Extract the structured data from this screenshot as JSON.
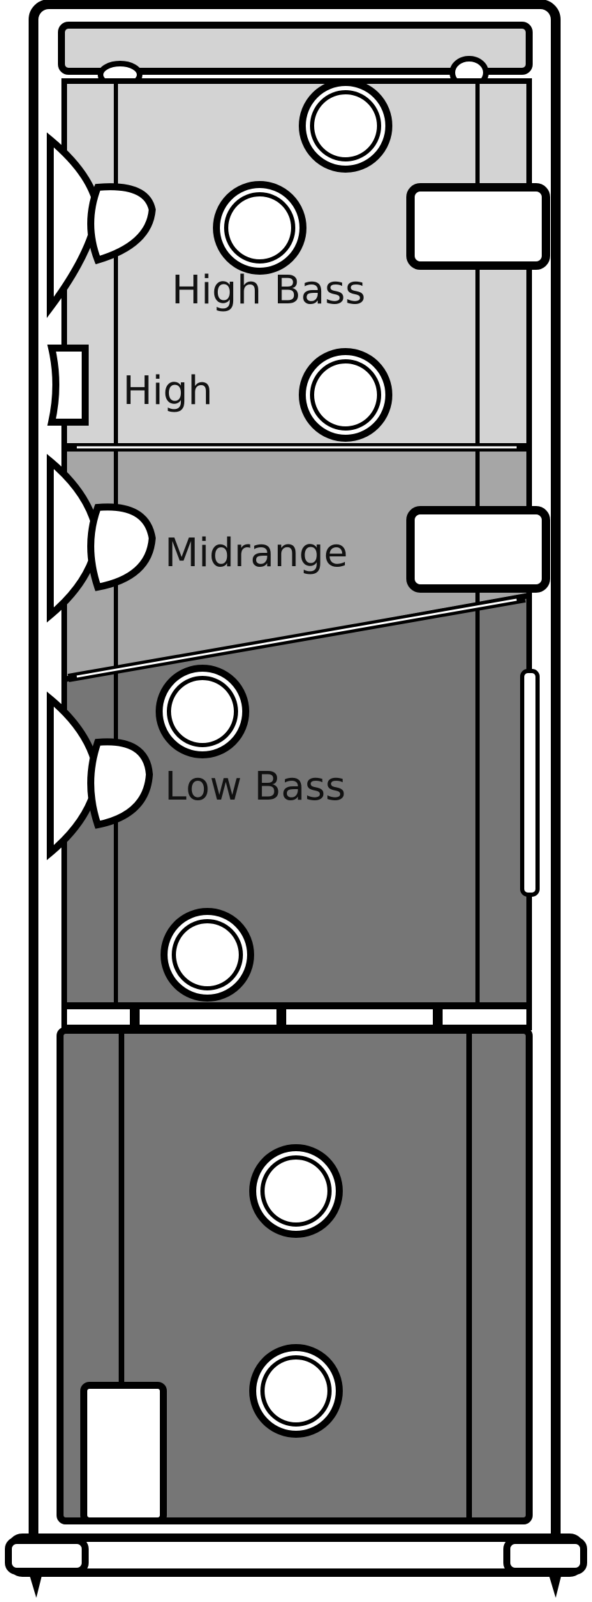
{
  "labels": {
    "high_bass": "High Bass",
    "high": "High",
    "midrange": "Midrange",
    "low_bass": "Low Bass"
  },
  "colors": {
    "high_bass_chamber": "#d3d3d3",
    "midrange_chamber": "#a6a6a6",
    "low_bass_chamber": "#767676",
    "outline": "#000000",
    "port": "#ffffff"
  }
}
